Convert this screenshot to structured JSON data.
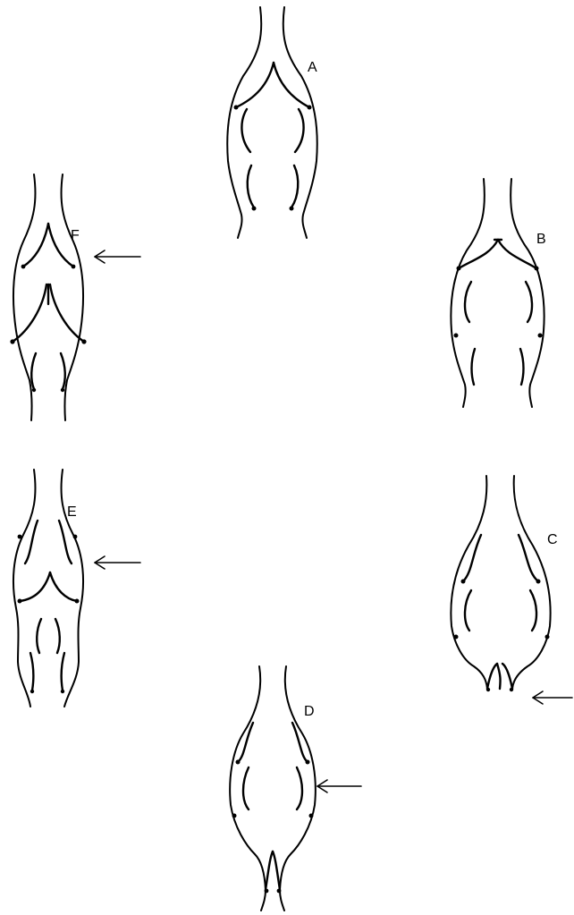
{
  "labels": {
    "A": "A",
    "B": "B",
    "C": "C",
    "D": "D",
    "E": "E",
    "F": "F"
  },
  "stroke_color": "#000000",
  "background_color": "#ffffff"
}
